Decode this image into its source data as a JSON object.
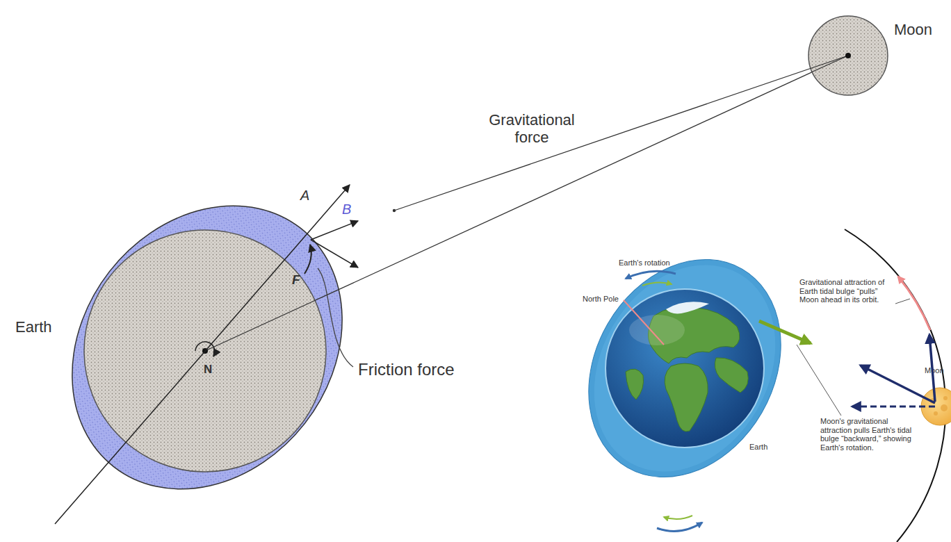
{
  "diagram": {
    "nodes": [
      {
        "text": [
          "Moon"
        ]
      },
      {
        "text": [
          "Earth"
        ]
      },
      {
        "text": [
          "Earth"
        ]
      },
      {
        "text": [
          "Moon"
        ]
      }
    ],
    "edges": [
      {
        "from": 0,
        "to": 1,
        "arrow": "none",
        "label": "Gravitational force"
      }
    ],
    "labels": [
      "A",
      "B",
      "F",
      "N",
      "Friction force",
      "Earth's rotation",
      "North Pole",
      "Gravitational attraction of Earth tidal bulge “pulls” Moon ahead in its orbit.",
      "Moon's gravitational attraction pulls Earth's tidal bulge “backward,” showing Earth's rotation."
    ]
  }
}
